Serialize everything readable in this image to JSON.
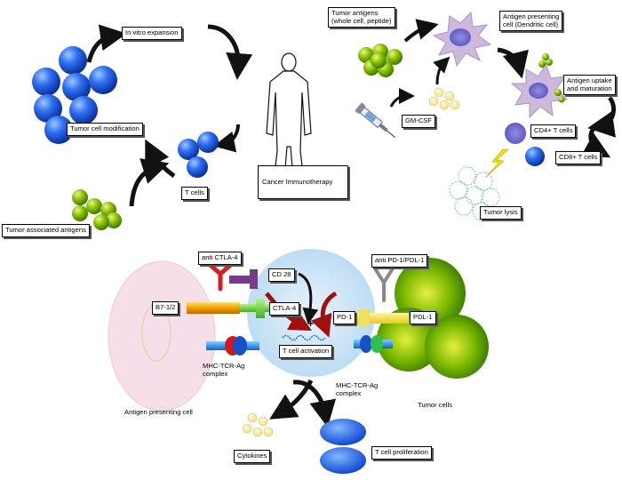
{
  "top_left": {
    "in_vitro_expansion": "In vitro expansion",
    "tumor_cell_modification": "Tumor cell modification",
    "t_cells": "T cells",
    "tumor_associated_antigens": "Tumor associated antigens",
    "cancer_immunotherapy": "Cancer Immunotherapy"
  },
  "top_right": {
    "tumor_antigens_line1": "Tumor antigens",
    "tumor_antigens_line2": "(whole cell, peptide)",
    "apc_line1": "Antigen presenting",
    "apc_line2": "cell (Dendritic cell)",
    "uptake_line1": "Antigen uptake",
    "uptake_line2": "and maturation",
    "gm_csf": "GM-CSF",
    "cd4": "CD4+ T cells",
    "cd8": "CD8+ T cells",
    "tumor_lysis": "Tumor lysis"
  },
  "bottom": {
    "anti_ctla4": "anti CTLA-4",
    "anti_pd1": "anti PD-1/PDL-1",
    "cd28": "CD 28",
    "b7": "B7-1/2",
    "ctla4": "CTLA-4",
    "pd1": "PD-1",
    "pdl1": "PDL-1",
    "minus_left": "−",
    "plus": "+",
    "minus_right": "−",
    "t_cell_activation": "T cell activation",
    "mhc_left_line1": "MHC-TCR-Ag",
    "mhc_left_line2": "complex",
    "mhc_right_line1": "MHC-TCR-Ag",
    "mhc_right_line2": "complex",
    "antigen_presenting_cell": "Antigen presenting cell",
    "tumor_cells": "Tumor cells",
    "cytokines": "Cytokines",
    "t_cell_proliferation": "T cell proliferation"
  },
  "colors": {
    "blue_cell": "#1f5fe0",
    "green_cell": "#7ab000",
    "dendritic": "#c9b8d8",
    "apc_pink": "#f5dde8",
    "tcell_zone": "#cfe5f7",
    "arrow": "#111111",
    "red_arrow": "#a01010"
  }
}
